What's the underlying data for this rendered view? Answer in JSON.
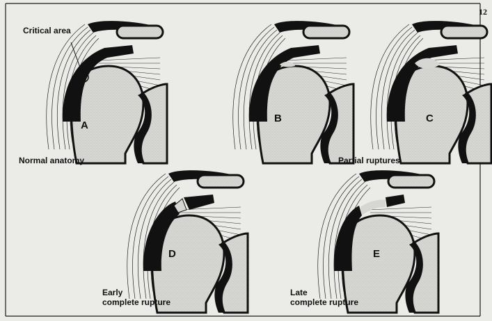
{
  "page_number": "12",
  "labels": {
    "critical_area": "Critical area",
    "normal_anatomy": "Normal anatomy",
    "partial_ruptures": "Partial ruptures",
    "early_rupture_line1": "Early",
    "early_rupture_line2": "complete rupture",
    "late_rupture_line1": "Late",
    "late_rupture_line2": "complete rupture"
  },
  "panels": [
    {
      "letter": "A",
      "stage": "normal"
    },
    {
      "letter": "B",
      "stage": "partial-small"
    },
    {
      "letter": "C",
      "stage": "partial-large"
    },
    {
      "letter": "D",
      "stage": "early-complete"
    },
    {
      "letter": "E",
      "stage": "late-complete"
    }
  ],
  "colors": {
    "background": "#ebebe8",
    "ink": "#111111",
    "bone_fill": "#d4d4d0",
    "frame": "#1a1a1a"
  }
}
